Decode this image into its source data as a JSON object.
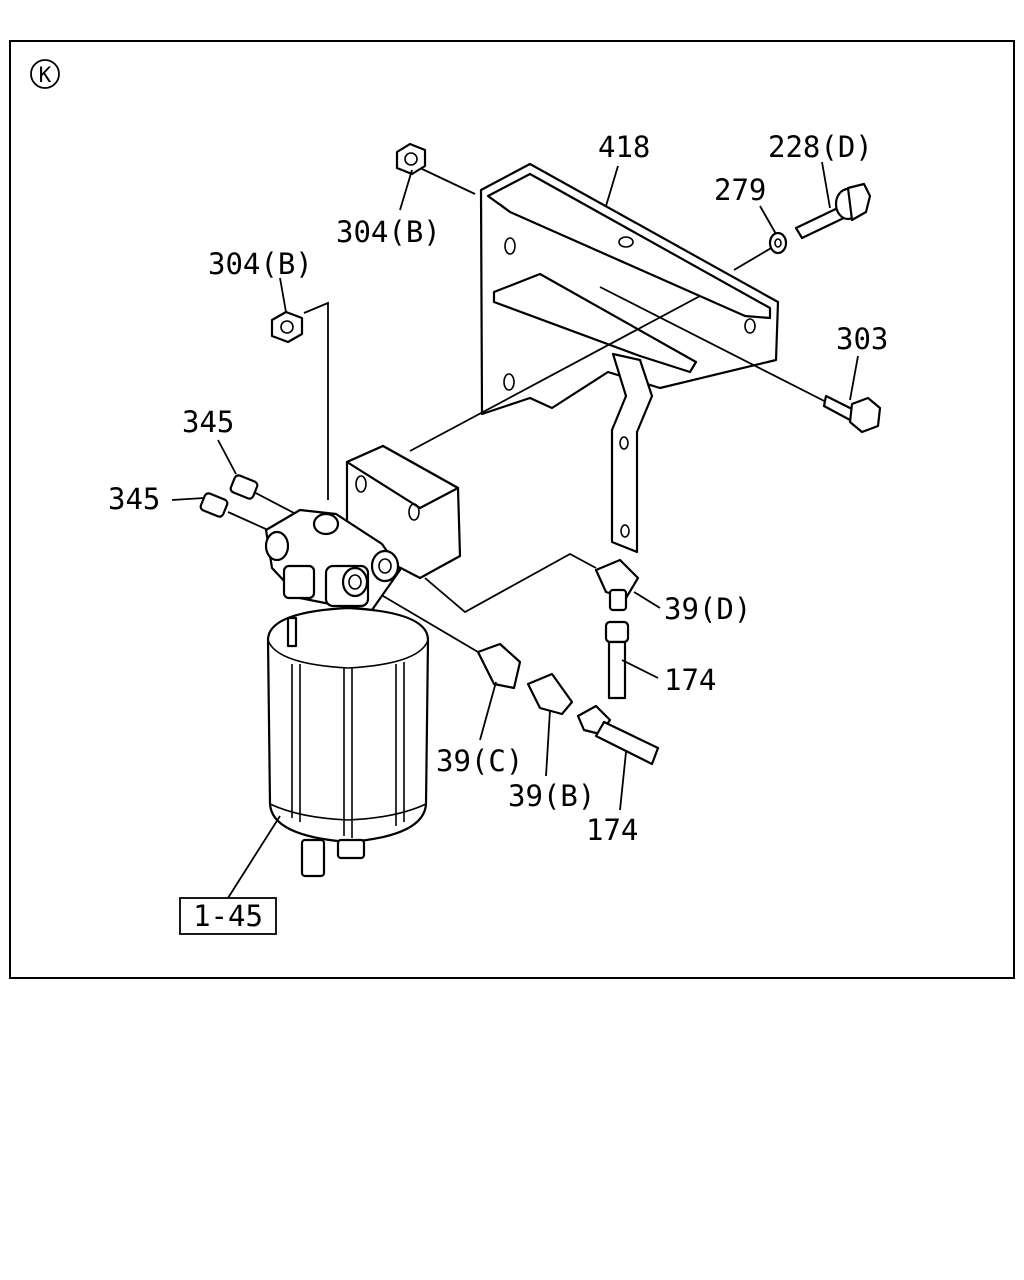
{
  "section_marker": "K",
  "callouts": {
    "bracket": "418",
    "bolt_d": "228(D)",
    "washer": "279",
    "nut_upper": "304(B)",
    "nut_left": "304(B)",
    "bolt_303": "303",
    "plug_upper": "345",
    "plug_left": "345",
    "elbow_d": "39(D)",
    "hose_upper": "174",
    "fitting_c": "39(C)",
    "fitting_b": "39(B)",
    "hose_lower": "174"
  },
  "reference_box": "1-45"
}
